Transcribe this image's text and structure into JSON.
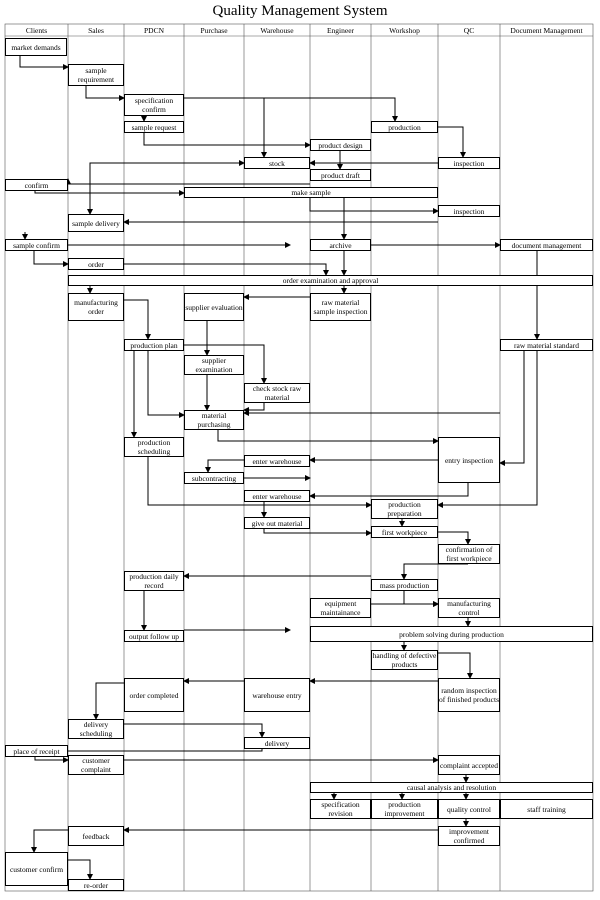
{
  "title": "Quality Management System",
  "lanes": [
    "Clients",
    "Sales",
    "PDCN",
    "Purchase",
    "Warehouse",
    "Engineer",
    "Workshop",
    "QC",
    "Document Management"
  ],
  "steps": {
    "market_demands": "market demands",
    "sample_requirement": "sample requirement",
    "specification_confirm": "specification confirm",
    "sample_request": "sample request",
    "production": "production",
    "product_design": "product design",
    "stock": "stock",
    "inspection": "inspection",
    "product_draft": "product draft",
    "confirm": "confirm",
    "make_sample": "make sample",
    "inspection_2": "inspection",
    "sample_delivery": "sample delivery",
    "sample_confirm": "sample confirm",
    "archive": "archive",
    "document_management": "document management",
    "order": "order",
    "order_examination": "order examination and approval",
    "manufacturing_order": "manufacturing order",
    "supplier_evaluation": "supplier evaluation",
    "raw_material_sample_inspection": "raw material sample inspection",
    "production_plan": "production plan",
    "raw_material_standard": "raw material standard",
    "supplier_examination": "supplier examination",
    "check_stock_raw_material": "check stock raw material",
    "material_purchasing": "material purchasing",
    "production_scheduling": "production scheduling",
    "entry_inspection": "entry inspection",
    "enter_warehouse": "enter warehouse",
    "subcontracting": "subcontracting",
    "enter_warehouse_2": "enter warehouse",
    "production_preparation": "production preparation",
    "give_out_material": "give out material",
    "first_workpiece": "first workpiece",
    "confirmation_first_workpiece": "confirmation of first workpiece",
    "production_daily_record": "production daily record",
    "mass_production": "mass production",
    "equipment_maintainance": "equipment maintainance",
    "manufacturing_control": "manufacturing control",
    "output_follow_up": "output follow up",
    "problem_solving": "problem solving during production",
    "handling_defective": "handling of defective products",
    "order_completed": "order completed",
    "warehouse_entry": "warehouse entry",
    "random_inspection": "random inspection of finished products",
    "delivery_scheduling": "delivery scheduling",
    "delivery": "delivery",
    "place_of_receipt": "place of receipt",
    "customer_complaint": "customer complaint",
    "complaint_accepted": "complaint accepted",
    "causal_analysis": "causal analysis and resolution",
    "specification_revision": "specification revision",
    "production_improvement": "production improvement",
    "quality_control": "quality control",
    "staff_training": "staff training",
    "feedback": "feedback",
    "improvement_confirmed": "improvement confirmed",
    "customer_confirm": "customer confirm",
    "re_order": "re-order"
  }
}
